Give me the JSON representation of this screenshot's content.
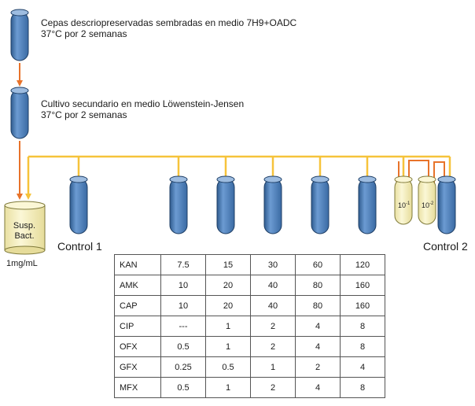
{
  "colors": {
    "tube_blue": "#4f81bd",
    "tube_yellow": "#f7f2c4",
    "arrow_orange": "#e8732a",
    "line_yellow": "#f6c33b"
  },
  "steps": [
    {
      "line1": "Cepas descriopreservadas sembradas en medio 7H9+OADC",
      "line2": "37°C por 2 semanas"
    },
    {
      "line1": "Cultivo secundario en medio Löwenstein-Jensen",
      "line2": "37°C por 2 semanas"
    }
  ],
  "suspension": {
    "line1": "Susp.",
    "line2": "Bact.",
    "concentration": "1mg/mL"
  },
  "controls": {
    "control1": "Control 1",
    "control2": "Control 2"
  },
  "dilutions": [
    {
      "base": "10",
      "exp": "-1"
    },
    {
      "base": "10",
      "exp": "-2"
    }
  ],
  "drug_table": [
    {
      "drug": "KAN",
      "concentrations": [
        "7.5",
        "15",
        "30",
        "60",
        "120"
      ]
    },
    {
      "drug": "AMK",
      "concentrations": [
        "10",
        "20",
        "40",
        "80",
        "160"
      ]
    },
    {
      "drug": "CAP",
      "concentrations": [
        "10",
        "20",
        "40",
        "80",
        "160"
      ]
    },
    {
      "drug": "CIP",
      "concentrations": [
        "---",
        "1",
        "2",
        "4",
        "8"
      ]
    },
    {
      "drug": "OFX",
      "concentrations": [
        "0.5",
        "1",
        "2",
        "4",
        "8"
      ]
    },
    {
      "drug": "GFX",
      "concentrations": [
        "0.25",
        "0.5",
        "1",
        "2",
        "4"
      ]
    },
    {
      "drug": "MFX",
      "concentrations": [
        "0.5",
        "1",
        "2",
        "4",
        "8"
      ]
    }
  ]
}
